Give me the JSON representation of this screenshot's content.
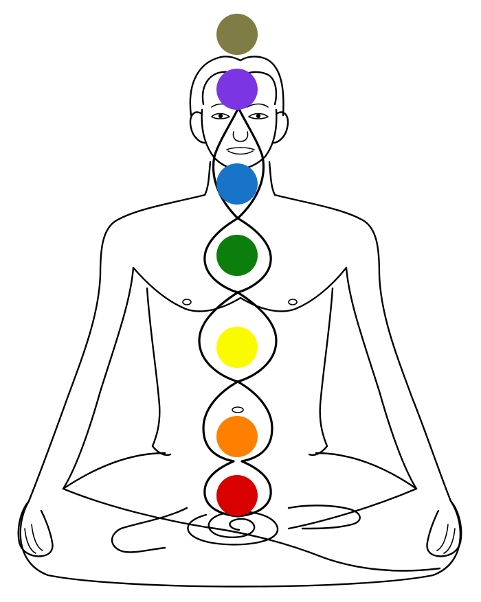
{
  "figure": {
    "subject": "seated-meditation-figure",
    "chakras": [
      {
        "id": "crown",
        "color": "#7f7d45"
      },
      {
        "id": "third-eye",
        "color": "#7b35e2"
      },
      {
        "id": "throat",
        "color": "#1874c8"
      },
      {
        "id": "heart",
        "color": "#0b7e0b"
      },
      {
        "id": "solar-plexus",
        "color": "#fafa00"
      },
      {
        "id": "sacral",
        "color": "#ff7f00"
      },
      {
        "id": "root",
        "color": "#d80000"
      }
    ]
  }
}
